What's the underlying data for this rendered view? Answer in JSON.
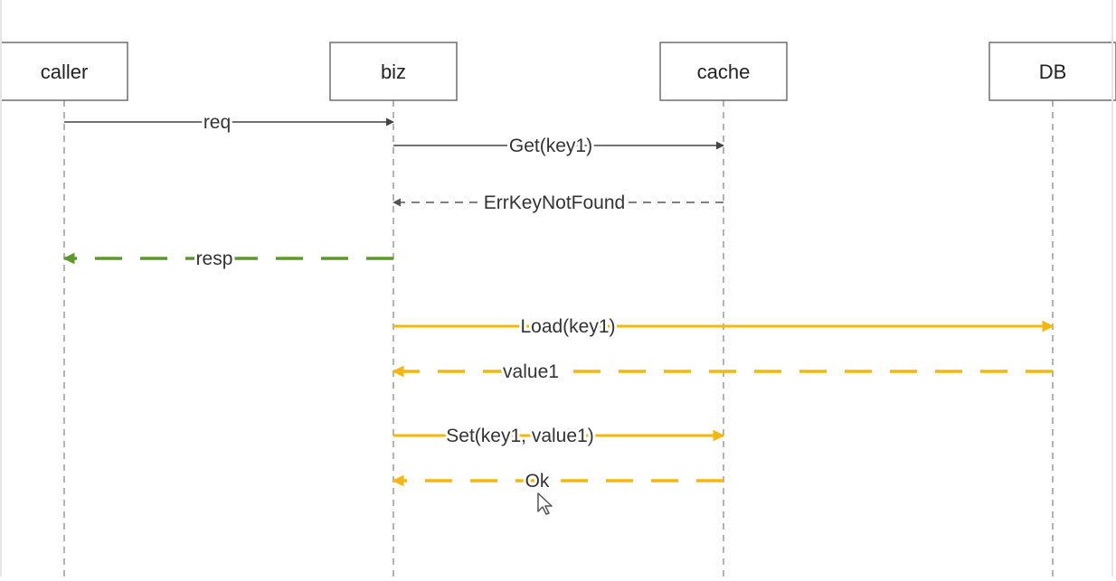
{
  "participants": [
    {
      "id": "caller",
      "name": "caller"
    },
    {
      "id": "biz",
      "name": "biz"
    },
    {
      "id": "cache",
      "name": "cache"
    },
    {
      "id": "db",
      "name": "DB"
    }
  ],
  "messages": [
    {
      "id": "req",
      "from": "caller",
      "to": "biz",
      "label": "req",
      "style": "solid",
      "color": "#444444"
    },
    {
      "id": "get",
      "from": "biz",
      "to": "cache",
      "label": "Get(key1)",
      "style": "solid",
      "color": "#444444"
    },
    {
      "id": "errkeynotfound",
      "from": "cache",
      "to": "biz",
      "label": "ErrKeyNotFound",
      "style": "dashed",
      "color": "#555555"
    },
    {
      "id": "resp",
      "from": "biz",
      "to": "caller",
      "label": "resp",
      "style": "dashed",
      "color": "#5b9a2a"
    },
    {
      "id": "load",
      "from": "biz",
      "to": "db",
      "label": "Load(key1)",
      "style": "solid",
      "color": "#f5b70b"
    },
    {
      "id": "value1",
      "from": "db",
      "to": "biz",
      "label": "value1",
      "style": "dashed",
      "color": "#f5b70b"
    },
    {
      "id": "set",
      "from": "biz",
      "to": "cache",
      "label": "Set(key1, value1)",
      "style": "solid",
      "color": "#f5b70b"
    },
    {
      "id": "ok",
      "from": "cache",
      "to": "biz",
      "label": "Ok",
      "style": "dashed",
      "color": "#f5b70b"
    }
  ],
  "colors": {
    "lifeline": "#9a9a9a",
    "box_border": "#6e6e6e",
    "box_fill": "#ffffff",
    "text": "#222222",
    "green_accent": "#5b9a2a",
    "yellow_accent": "#f5b70b"
  },
  "icons": {
    "cursor": "mouse-pointer-icon"
  }
}
